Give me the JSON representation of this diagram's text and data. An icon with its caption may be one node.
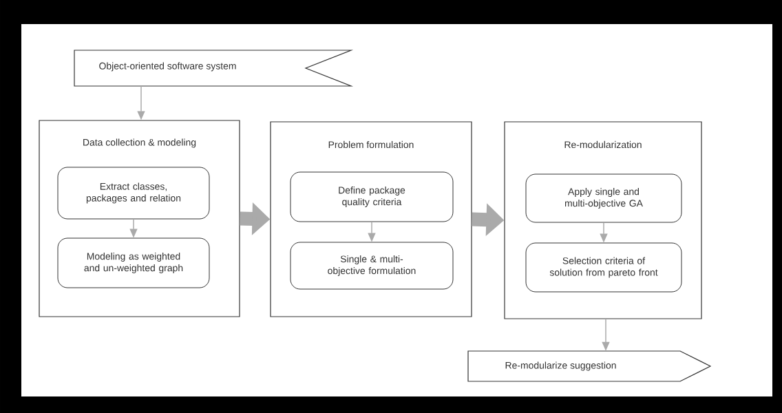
{
  "diagram": {
    "nodes": [
      {
        "text": [
          "Object-oriented software system"
        ]
      },
      {
        "text": [
          "Data collection & modeling"
        ]
      },
      {
        "text": [
          "Extract classes, packages and relation"
        ],
        "in": 1
      },
      {
        "text": [
          "Modeling as weighted and un-weighted graph"
        ],
        "in": 1
      },
      {
        "text": [
          "Problem formulation"
        ]
      },
      {
        "text": [
          "Define package quality criteria"
        ],
        "in": 4
      },
      {
        "text": [
          "Single & multi-objective formulation"
        ],
        "in": 4
      },
      {
        "text": [
          "Re-modularization"
        ]
      },
      {
        "text": [
          "Apply single and multi-objective GA"
        ],
        "in": 7
      },
      {
        "text": [
          "Selection criteria of solution from pareto front"
        ],
        "in": 7
      },
      {
        "text": [
          "Re-modularize suggestion"
        ]
      }
    ],
    "edges": [
      {
        "from": 0,
        "to": 1,
        "arrow": "to"
      },
      {
        "from": 2,
        "to": 3,
        "arrow": "to"
      },
      {
        "from": 1,
        "to": 4,
        "arrow": "to",
        "style": "thick"
      },
      {
        "from": 5,
        "to": 6,
        "arrow": "to"
      },
      {
        "from": 4,
        "to": 7,
        "arrow": "to",
        "style": "thick"
      },
      {
        "from": 8,
        "to": 9,
        "arrow": "to"
      },
      {
        "from": 7,
        "to": 10,
        "arrow": "to"
      }
    ]
  }
}
